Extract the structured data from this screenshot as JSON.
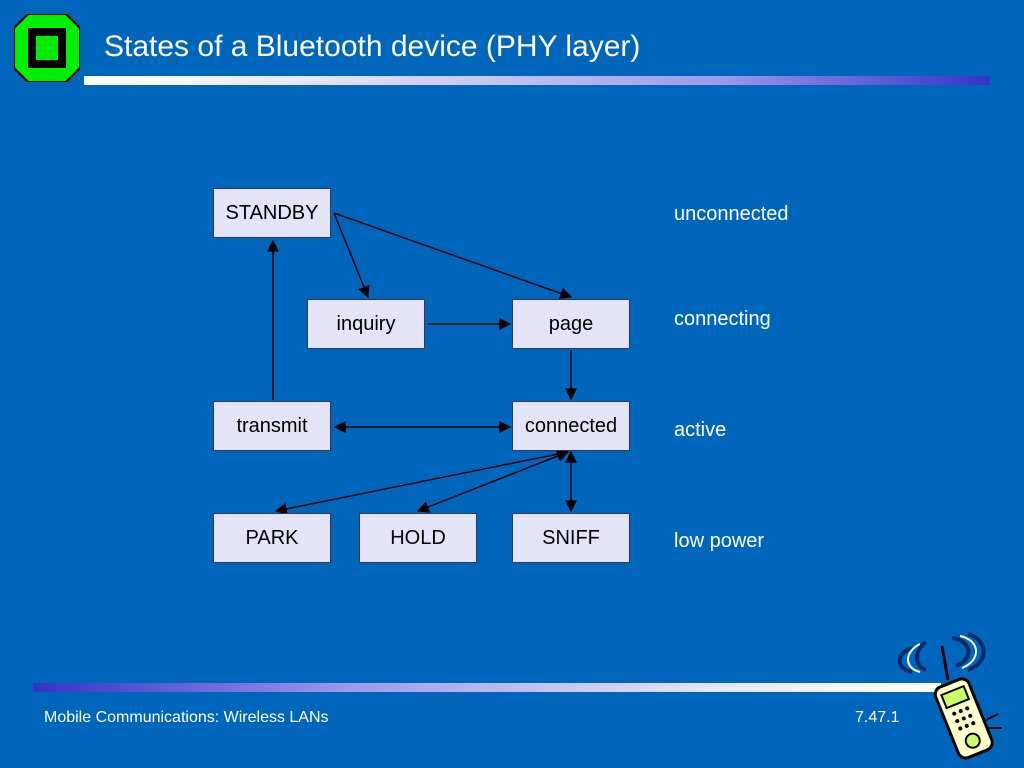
{
  "slide": {
    "title": "States of a Bluetooth device (PHY layer)"
  },
  "logo": {
    "icon": "university-logo-icon",
    "color": "#00ff00"
  },
  "diagram": {
    "states": {
      "standby": "STANDBY",
      "inquiry": "inquiry",
      "page": "page",
      "transmit": "transmit",
      "connected": "connected",
      "park": "PARK",
      "hold": "HOLD",
      "sniff": "SNIFF"
    },
    "levels": {
      "unconnected": "unconnected",
      "connecting": "connecting",
      "active": "active",
      "low_power": "low power"
    },
    "edges": [
      {
        "from": "STANDBY",
        "to": "inquiry",
        "direction": "forward"
      },
      {
        "from": "STANDBY",
        "to": "page",
        "direction": "forward"
      },
      {
        "from": "inquiry",
        "to": "page",
        "direction": "forward"
      },
      {
        "from": "page",
        "to": "connected",
        "direction": "forward"
      },
      {
        "from": "transmit",
        "to": "STANDBY",
        "direction": "forward"
      },
      {
        "from": "transmit",
        "to": "connected",
        "direction": "both"
      },
      {
        "from": "connected",
        "to": "PARK",
        "direction": "both"
      },
      {
        "from": "connected",
        "to": "HOLD",
        "direction": "both"
      },
      {
        "from": "connected",
        "to": "SNIFF",
        "direction": "both"
      }
    ]
  },
  "footer": {
    "left": "Mobile Communications: Wireless LANs",
    "right": "7.47.1"
  },
  "clipart": {
    "icon": "mobile-phone-clipart-icon"
  },
  "colors": {
    "background": "#0066bb",
    "state_fill": "#e4e4f8",
    "text": "#ffffff"
  }
}
